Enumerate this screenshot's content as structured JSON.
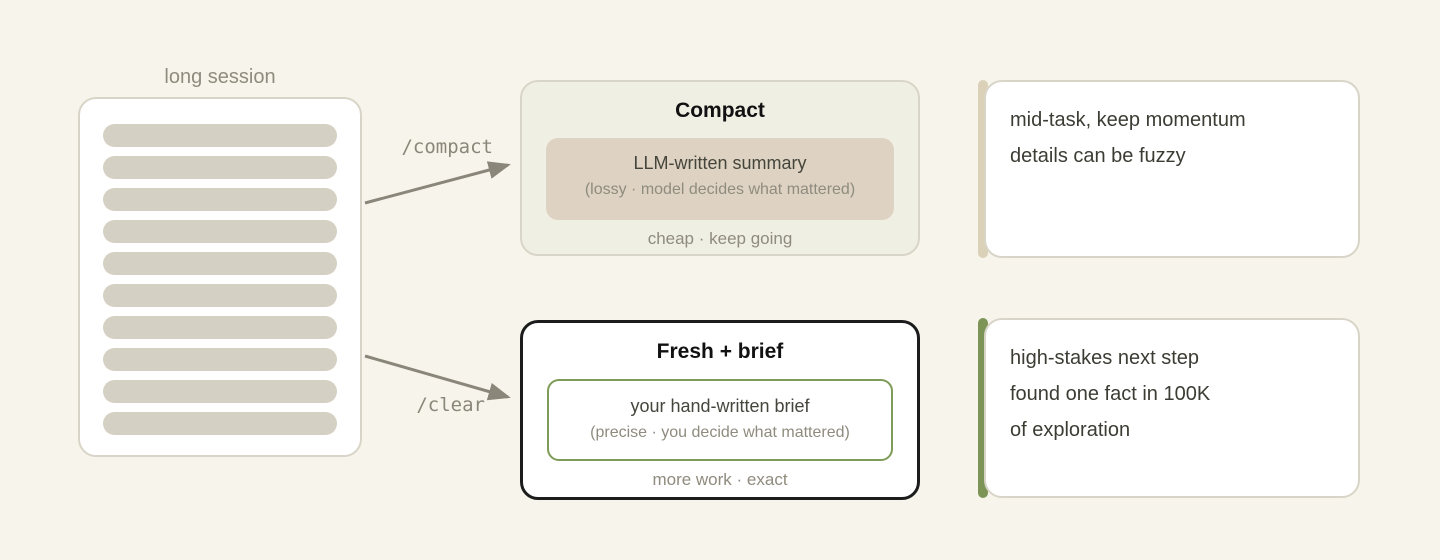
{
  "diagram": {
    "source": {
      "label": "long session",
      "bar_count": 10
    },
    "commands": {
      "compact": "/compact",
      "clear": "/clear"
    },
    "options": {
      "compact": {
        "title": "Compact",
        "summary_title": "LLM-written summary",
        "summary_subtitle": "(lossy · model decides what mattered)",
        "footer": "cheap · keep going"
      },
      "fresh": {
        "title": "Fresh + brief",
        "summary_title": "your hand-written brief",
        "summary_subtitle": "(precise · you decide what mattered)",
        "footer": "more work · exact"
      }
    },
    "notes": {
      "compact": {
        "lines": [
          "mid-task, keep momentum",
          "details can be fuzzy"
        ]
      },
      "fresh": {
        "lines": [
          "high-stakes next step",
          "found one fact in 100K",
          "of exploration"
        ]
      }
    },
    "colors": {
      "page_bg": "#f7f5eb",
      "card_bg": "#ffffff",
      "compact_card_bg": "#f0efe3",
      "summary_box_bg": "#ded3c2",
      "bar_fill": "#d4d0c3",
      "card_border": "#d8d5c8",
      "muted_text": "#8f8b7e",
      "dark_text": "#3c3c34",
      "arrow": "#8a877a",
      "tan_accent": "#dbd0b8",
      "green_accent": "#7d9457",
      "green_border": "#7e9b59",
      "black_border": "#1c1c1c"
    }
  }
}
